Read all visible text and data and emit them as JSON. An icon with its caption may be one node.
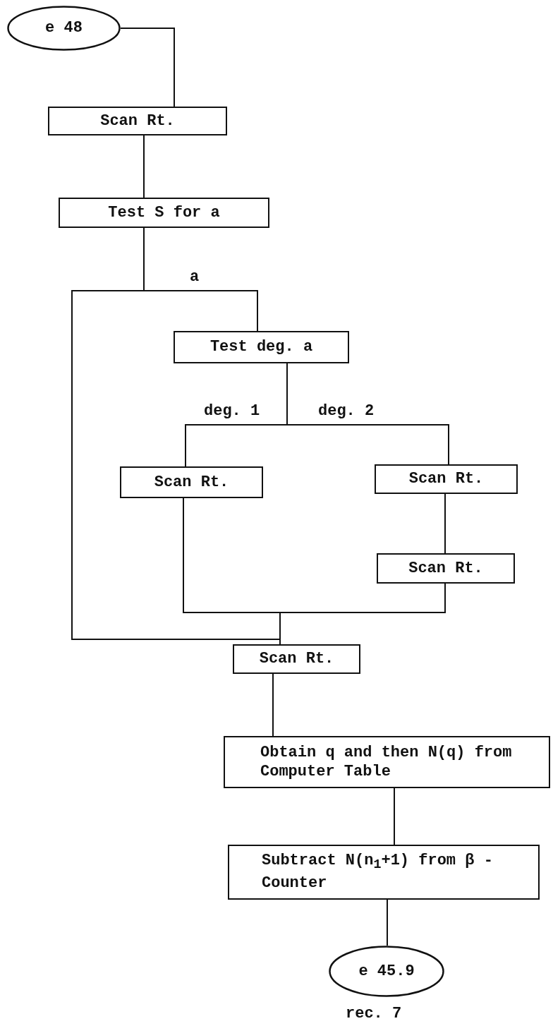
{
  "diagram": {
    "nodes": [
      {
        "text": [
          "e 48"
        ]
      },
      {
        "text": [
          "Scan Rt."
        ]
      },
      {
        "text": [
          "Test S for a"
        ]
      },
      {
        "text": [
          "Test deg. a"
        ]
      },
      {
        "text": [
          "Scan Rt."
        ]
      },
      {
        "text": [
          "Scan Rt."
        ]
      },
      {
        "text": [
          "Scan Rt."
        ]
      },
      {
        "text": [
          "Scan Rt."
        ]
      },
      {
        "text": [
          "Obtain q and then N(q) from Computer Table"
        ]
      },
      {
        "text": [
          "Subtract N(n$_{1}$+1) from β -Counter"
        ]
      },
      {
        "text": [
          "e 45.9"
        ],
        "beside": [
          "rec. 7"
        ]
      }
    ],
    "edges": [
      {
        "from": 0,
        "to": 1,
        "arrow": "none"
      },
      {
        "from": 1,
        "to": 2,
        "arrow": "none"
      },
      {
        "from": 2,
        "to": 3,
        "arrow": "none",
        "label": "a"
      },
      {
        "from": 2,
        "to": 7,
        "arrow": "none"
      },
      {
        "from": 3,
        "to": 4,
        "arrow": "none",
        "label": "deg. 1"
      },
      {
        "from": 3,
        "to": 5,
        "arrow": "none",
        "label": "deg. 2"
      },
      {
        "from": 5,
        "to": 6,
        "arrow": "none"
      },
      {
        "from": 4,
        "to": 7,
        "arrow": "none"
      },
      {
        "from": 6,
        "to": 7,
        "arrow": "none"
      },
      {
        "from": 7,
        "to": 8,
        "arrow": "none"
      },
      {
        "from": 8,
        "to": 9,
        "arrow": "none"
      },
      {
        "from": 9,
        "to": 10,
        "arrow": "none"
      }
    ]
  }
}
